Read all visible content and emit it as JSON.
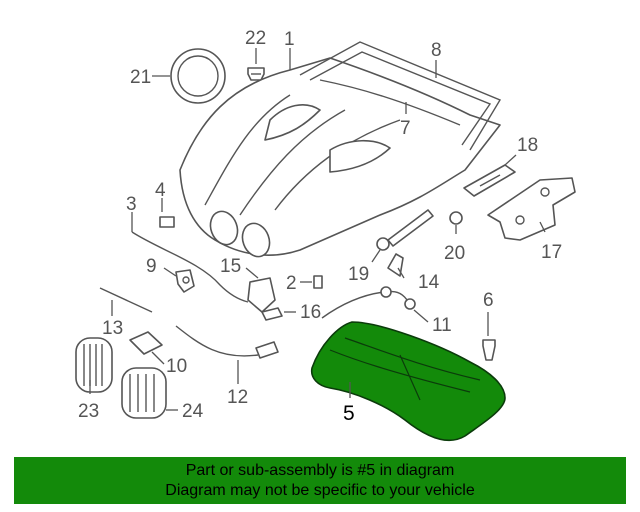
{
  "diagram": {
    "highlight_color": "#138a0a",
    "banner_color": "#138a0a",
    "callouts": [
      {
        "id": "c1",
        "text": "1"
      },
      {
        "id": "c2",
        "text": "2"
      },
      {
        "id": "c3",
        "text": "3"
      },
      {
        "id": "c4",
        "text": "4"
      },
      {
        "id": "c5",
        "text": "5"
      },
      {
        "id": "c6",
        "text": "6"
      },
      {
        "id": "c7",
        "text": "7"
      },
      {
        "id": "c8",
        "text": "8"
      },
      {
        "id": "c9",
        "text": "9"
      },
      {
        "id": "c10",
        "text": "10"
      },
      {
        "id": "c11",
        "text": "11"
      },
      {
        "id": "c12",
        "text": "12"
      },
      {
        "id": "c13",
        "text": "13"
      },
      {
        "id": "c14",
        "text": "14"
      },
      {
        "id": "c15",
        "text": "15"
      },
      {
        "id": "c16",
        "text": "16"
      },
      {
        "id": "c17",
        "text": "17"
      },
      {
        "id": "c18",
        "text": "18"
      },
      {
        "id": "c19",
        "text": "19"
      },
      {
        "id": "c20",
        "text": "20"
      },
      {
        "id": "c21",
        "text": "21"
      },
      {
        "id": "c22",
        "text": "22"
      },
      {
        "id": "c23",
        "text": "23"
      },
      {
        "id": "c24",
        "text": "24"
      }
    ],
    "highlighted_part": "5"
  },
  "banner": {
    "line1": "Part or sub-assembly is #5 in diagram",
    "line2": "Diagram may not be specific to your vehicle"
  }
}
